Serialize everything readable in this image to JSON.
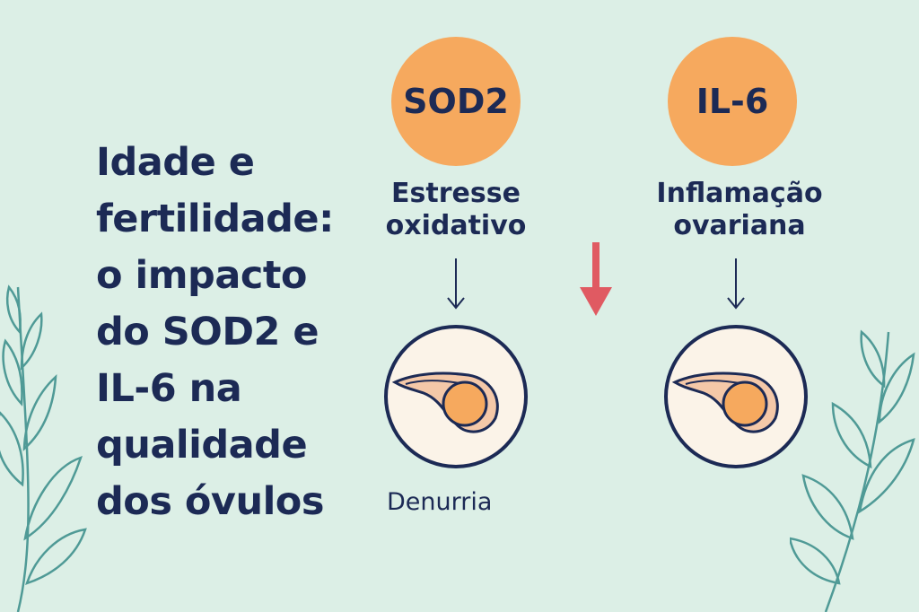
{
  "title_lines": [
    "Idade e",
    "fertilidade:",
    "o impacto",
    "do SOD2 e",
    "IL-6 na",
    "qualidade",
    "dos óvulos"
  ],
  "sod2": {
    "label": "SOD2",
    "caption_lines": [
      "Estresse",
      "oxidativo"
    ],
    "result": "Denurria"
  },
  "il6": {
    "label": "IL-6",
    "caption_lines": [
      "Inflamação",
      "ovariana"
    ]
  },
  "colors": {
    "background": "#dcefe6",
    "text": "#1c2a55",
    "badge": "#f6a95e",
    "down_arrow": "#e05a62",
    "leaf": "#4f9a96"
  },
  "icons": {
    "down_arrow": "arrow-down-icon",
    "decrease_arrow": "red-arrow-down-icon",
    "oocyte": "oocyte-icon",
    "leaves": "leaf-branch-icon"
  }
}
